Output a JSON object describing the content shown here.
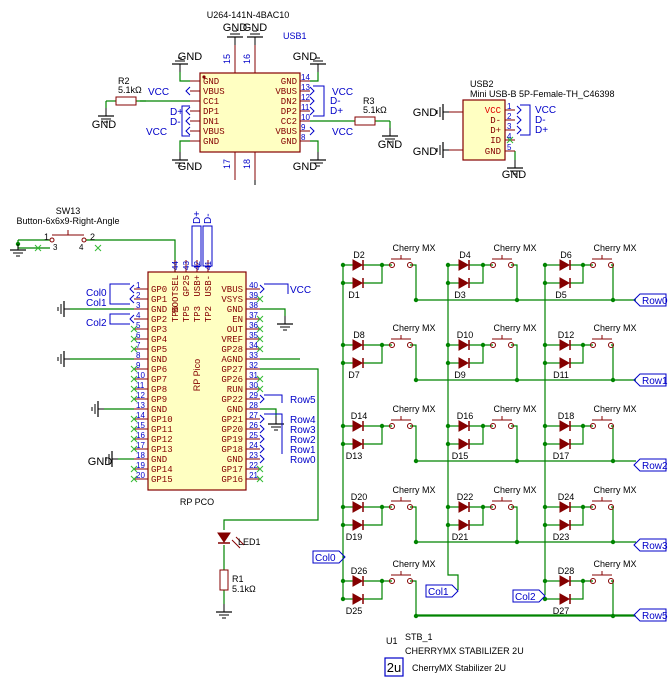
{
  "colors": {
    "wire": "#008400",
    "body": "#840000",
    "fill": "#ffffc2",
    "net": "#0000c8",
    "text": "#000000",
    "pin": "#840000",
    "nc": "#33bb33"
  },
  "usb1": {
    "part": "U264-141N-4BAC10",
    "ref": "USB1",
    "top_gnd": [
      "GND",
      "GND"
    ],
    "top_pins": [
      "15",
      "16"
    ],
    "bottom_pins": [
      "17",
      "18"
    ],
    "left_pins": [
      "GND",
      "VBUS",
      "CC1",
      "DP1",
      "DN1",
      "VBUS",
      "GND"
    ],
    "right_pins": [
      "GND",
      "VBUS",
      "DN2",
      "DP2",
      "CC2",
      "VBUS",
      "GND"
    ],
    "right_nums": [
      "14",
      "13",
      "12",
      "11",
      "10",
      "9",
      "8"
    ]
  },
  "r2": {
    "ref": "R2",
    "value": "5.1kΩ"
  },
  "r3": {
    "ref": "R3",
    "value": "5.1kΩ"
  },
  "labels": {
    "vcc": "VCC",
    "dplus": "D+",
    "dminus": "D-",
    "gnd": "GND"
  },
  "usb2": {
    "ref": "USB2",
    "part": "Mini USB-B 5P-Female-TH_C46398",
    "pins": [
      "VCC",
      "D-",
      "D+",
      "ID",
      "GND"
    ],
    "nums": [
      "1",
      "2",
      "3",
      "4",
      "5"
    ]
  },
  "sw13": {
    "ref": "SW13",
    "part": "Button-6x6x9-Right-Angle",
    "pins": [
      "1",
      "2",
      "3",
      "4"
    ]
  },
  "pico": {
    "ref": "RP Pico",
    "footer": "RP PCO",
    "top_pins": [
      "BOOTSEL",
      "GP25",
      "USB+",
      "USB-"
    ],
    "top_tp": [
      "TP6",
      "TP5",
      "TP3",
      "TP2"
    ],
    "top_nums": [
      "44",
      "43",
      "42",
      "41"
    ],
    "left": [
      "GP0",
      "GP1",
      "GND",
      "GP2",
      "GP3",
      "GP4",
      "GP5",
      "GND",
      "GP6",
      "GP7",
      "GP8",
      "GP9",
      "GND",
      "GP10",
      "GP11",
      "GP12",
      "GP13",
      "GND",
      "GP14",
      "GP15"
    ],
    "left_nums": [
      "1",
      "2",
      "3",
      "4",
      "5",
      "6",
      "7",
      "8",
      "9",
      "10",
      "11",
      "12",
      "13",
      "14",
      "15",
      "16",
      "17",
      "18",
      "19",
      "20"
    ],
    "right": [
      "VBUS",
      "VSYS",
      "GND",
      "EN",
      "OUT",
      "VREF",
      "GP28",
      "AGND",
      "GP27",
      "GP26",
      "RUN",
      "GP22",
      "GND",
      "GP21",
      "GP20",
      "GP19",
      "GP18",
      "GND",
      "GP17",
      "GP16"
    ],
    "right_nums": [
      "40",
      "39",
      "38",
      "37",
      "36",
      "35",
      "34",
      "33",
      "32",
      "31",
      "30",
      "29",
      "28",
      "27",
      "26",
      "25",
      "24",
      "23",
      "22",
      "21"
    ]
  },
  "nets": {
    "col0": "Col0",
    "col1": "Col1",
    "col2": "Col2",
    "row0": "Row0",
    "row1": "Row1",
    "row2": "Row2",
    "row3": "Row3",
    "row4": "Row4",
    "row5": "Row5"
  },
  "led1": {
    "ref": "LED1"
  },
  "r1": {
    "ref": "R1",
    "value": "5.1kΩ"
  },
  "switch_label": "Cherry MX",
  "diodes": [
    [
      "D2",
      "D4",
      "D6"
    ],
    [
      "D1",
      "D3",
      "D5"
    ],
    [
      "D8",
      "D10",
      "D12"
    ],
    [
      "D7",
      "D9",
      "D11"
    ],
    [
      "D14",
      "D16",
      "D18"
    ],
    [
      "D13",
      "D15",
      "D17"
    ],
    [
      "D20",
      "D22",
      "D24"
    ],
    [
      "D19",
      "D21",
      "D23"
    ],
    [
      "D26",
      "D28"
    ],
    [
      "D25",
      "D27"
    ]
  ],
  "stab": {
    "ref": "U1",
    "name": "STB_1",
    "part": "CHERRYMX STABILIZER 2U",
    "symbol": "2u",
    "caption": "CherryMX Stabilizer 2U"
  }
}
